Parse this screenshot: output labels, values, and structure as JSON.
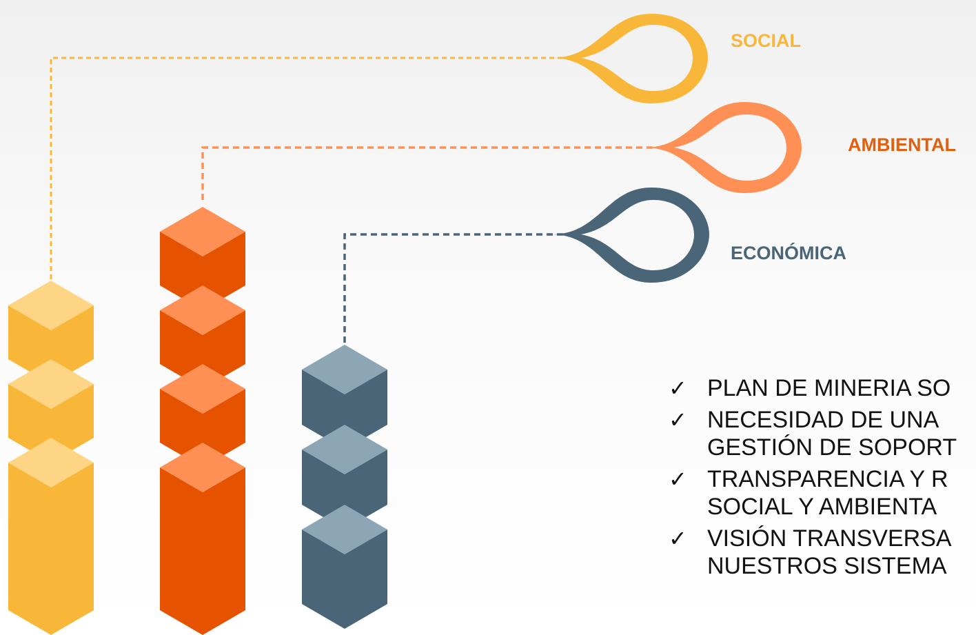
{
  "colors": {
    "social": "#F9B73A",
    "social_light": "#FDD585",
    "ambiental": "#E55300",
    "ambiental_light": "#FF9055",
    "ambiental_label": "#E06010",
    "economica": "#4A6577",
    "economica_light": "#8CA6B5"
  },
  "pillars": {
    "social": {
      "label": "SOCIAL",
      "blocks": 3
    },
    "ambiental": {
      "label": "AMBIENTAL",
      "blocks": 4
    },
    "economica": {
      "label": "ECONÓMICA",
      "blocks": 3
    }
  },
  "bullets": {
    "check_icon": "check-icon",
    "items": [
      {
        "lines": [
          "PLAN DE MINERIA SO"
        ]
      },
      {
        "lines": [
          "NECESIDAD DE UNA",
          "GESTIÓN DE SOPORT"
        ]
      },
      {
        "lines": [
          "TRANSPARENCIA Y R",
          "SOCIAL Y AMBIENTA"
        ]
      },
      {
        "lines": [
          "VISIÓN TRANSVERSA",
          "NUESTROS SISTEMA"
        ]
      }
    ]
  }
}
